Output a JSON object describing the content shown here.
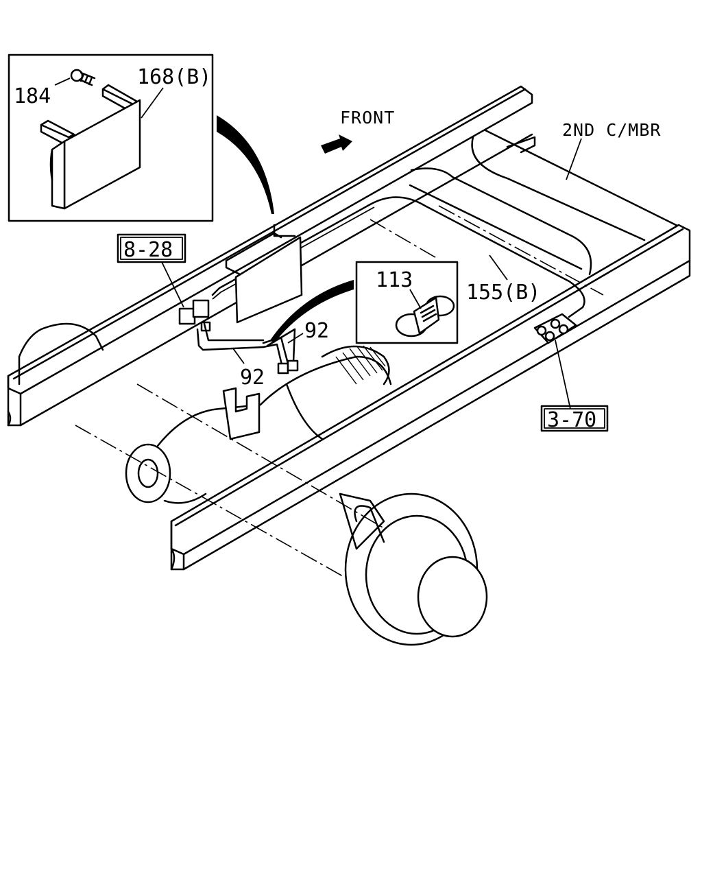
{
  "labels": {
    "front": "FRONT",
    "crossmember": "2ND C/MBR",
    "part_184": "184",
    "part_168b": "168(B)",
    "ref_8_28": "8-28",
    "part_113": "113",
    "part_155b": "155(B)",
    "part_92_upper": "92",
    "part_92_lower": "92",
    "ref_3_70": "3-70"
  }
}
